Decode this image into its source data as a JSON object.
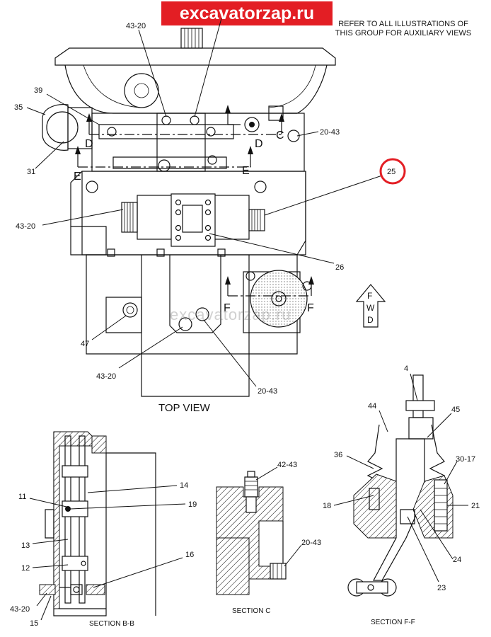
{
  "watermark_top": "excavatorzap.ru",
  "watermark_center": "excavatorzap.ru",
  "note": [
    "REFER TO ALL ILLUSTRATIONS OF",
    "THIS GROUP FOR AUXILIARY VIEWS"
  ],
  "views": {
    "top": "TOP VIEW",
    "section_bb": "SECTION B-B",
    "section_c": "SECTION C",
    "section_ff": "SECTION F-F"
  },
  "fwd": [
    "F",
    "W",
    "D"
  ],
  "section_letters": {
    "c": "C",
    "d": "D",
    "e": "E",
    "f": "F"
  },
  "callouts": {
    "c4320_top": "43-20",
    "c39": "39",
    "c35": "35",
    "c31": "31",
    "c2043_right": "20-43",
    "c25": "25",
    "c4320_left": "43-20",
    "c26": "26",
    "c47": "47",
    "c4320_bottom": "43-20",
    "c2043_bottom": "20-43",
    "c14": "14",
    "c11": "11",
    "c19": "19",
    "c13": "13",
    "c12": "12",
    "c16": "16",
    "c4320_bb": "43-20",
    "c15": "15",
    "c4243": "42-43",
    "c2043_c": "20-43",
    "c4": "4",
    "c44": "44",
    "c45": "45",
    "c36": "36",
    "c3017": "30-17",
    "c18": "18",
    "c21": "21",
    "c24": "24",
    "c23": "23"
  },
  "colors": {
    "banner": "#e31e24",
    "highlight": "#e31e24",
    "line": "#111111"
  }
}
